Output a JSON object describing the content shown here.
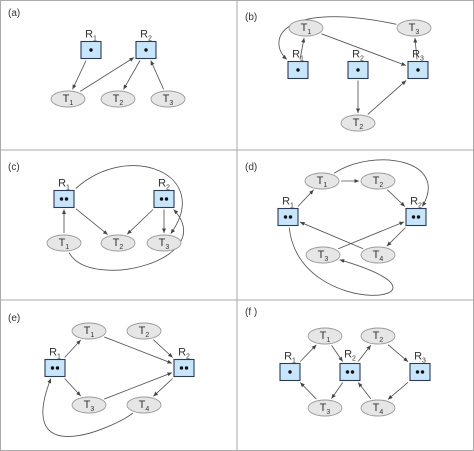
{
  "panels": [
    {
      "id": "a",
      "label": "(a)",
      "resources": [
        {
          "id": "R1",
          "base": "R",
          "sub": "1",
          "instances": 1
        },
        {
          "id": "R2",
          "base": "R",
          "sub": "2",
          "instances": 1
        }
      ],
      "transactions": [
        {
          "id": "T1",
          "base": "T",
          "sub": "1"
        },
        {
          "id": "T2",
          "base": "T",
          "sub": "2"
        },
        {
          "id": "T3",
          "base": "T",
          "sub": "3"
        }
      ],
      "edges": [
        [
          "R1",
          "T1"
        ],
        [
          "T1",
          "R2"
        ],
        [
          "R2",
          "T2"
        ],
        [
          "T3",
          "R2"
        ]
      ]
    },
    {
      "id": "b",
      "label": "(b)",
      "resources": [
        {
          "id": "R1",
          "base": "R",
          "sub": "1",
          "instances": 1
        },
        {
          "id": "R2",
          "base": "R",
          "sub": "2",
          "instances": 1
        },
        {
          "id": "R3",
          "base": "R",
          "sub": "3",
          "instances": 1
        }
      ],
      "transactions": [
        {
          "id": "T1",
          "base": "T",
          "sub": "1"
        },
        {
          "id": "T2",
          "base": "T",
          "sub": "2"
        },
        {
          "id": "T3",
          "base": "T",
          "sub": "3"
        }
      ],
      "edges": [
        [
          "R1",
          "T1"
        ],
        [
          "T1",
          "R3"
        ],
        [
          "R3",
          "T3"
        ],
        [
          "T3",
          "R1"
        ],
        [
          "R2",
          "T2"
        ],
        [
          "T2",
          "R3"
        ]
      ]
    },
    {
      "id": "c",
      "label": "(c)",
      "resources": [
        {
          "id": "R1",
          "base": "R",
          "sub": "1",
          "instances": 2
        },
        {
          "id": "R2",
          "base": "R",
          "sub": "2",
          "instances": 2
        }
      ],
      "transactions": [
        {
          "id": "T1",
          "base": "T",
          "sub": "1"
        },
        {
          "id": "T2",
          "base": "T",
          "sub": "2"
        },
        {
          "id": "T3",
          "base": "T",
          "sub": "3"
        }
      ],
      "edges": [
        [
          "T1",
          "R1"
        ],
        [
          "R1",
          "T2"
        ],
        [
          "R2",
          "T2"
        ],
        [
          "R2",
          "T3"
        ],
        [
          "R1",
          "T3"
        ],
        [
          "T1",
          "R2"
        ]
      ]
    },
    {
      "id": "d",
      "label": "(d)",
      "resources": [
        {
          "id": "R1",
          "base": "R",
          "sub": "1",
          "instances": 2
        },
        {
          "id": "R2",
          "base": "R",
          "sub": "2",
          "instances": 2
        }
      ],
      "transactions": [
        {
          "id": "T1",
          "base": "T",
          "sub": "1"
        },
        {
          "id": "T2",
          "base": "T",
          "sub": "2"
        },
        {
          "id": "T3",
          "base": "T",
          "sub": "3"
        },
        {
          "id": "T4",
          "base": "T",
          "sub": "4"
        }
      ],
      "edges": [
        [
          "R1",
          "T1"
        ],
        [
          "T1",
          "T2"
        ],
        [
          "T2",
          "R2"
        ],
        [
          "R2",
          "T4"
        ],
        [
          "T4",
          "R1"
        ],
        [
          "R1",
          "T3"
        ],
        [
          "T3",
          "R2"
        ],
        [
          "T1",
          "R2"
        ]
      ]
    },
    {
      "id": "e",
      "label": "(e)",
      "resources": [
        {
          "id": "R1",
          "base": "R",
          "sub": "1",
          "instances": 2
        },
        {
          "id": "R2",
          "base": "R",
          "sub": "2",
          "instances": 2
        }
      ],
      "transactions": [
        {
          "id": "T1",
          "base": "T",
          "sub": "1"
        },
        {
          "id": "T2",
          "base": "T",
          "sub": "2"
        },
        {
          "id": "T3",
          "base": "T",
          "sub": "3"
        },
        {
          "id": "T4",
          "base": "T",
          "sub": "4"
        }
      ],
      "edges": [
        [
          "R1",
          "T1"
        ],
        [
          "T1",
          "R2"
        ],
        [
          "T2",
          "R2"
        ],
        [
          "R1",
          "T3"
        ],
        [
          "T3",
          "R2"
        ],
        [
          "R2",
          "T4"
        ],
        [
          "T4",
          "R1"
        ]
      ]
    },
    {
      "id": "f",
      "label": "(f )",
      "resources": [
        {
          "id": "R1",
          "base": "R",
          "sub": "1",
          "instances": 1
        },
        {
          "id": "R2",
          "base": "R",
          "sub": "2",
          "instances": 2
        },
        {
          "id": "R3",
          "base": "R",
          "sub": "3",
          "instances": 2
        }
      ],
      "transactions": [
        {
          "id": "T1",
          "base": "T",
          "sub": "1"
        },
        {
          "id": "T2",
          "base": "T",
          "sub": "2"
        },
        {
          "id": "T3",
          "base": "T",
          "sub": "3"
        },
        {
          "id": "T4",
          "base": "T",
          "sub": "4"
        }
      ],
      "edges": [
        [
          "R1",
          "T1"
        ],
        [
          "T1",
          "R2"
        ],
        [
          "R2",
          "T2"
        ],
        [
          "T2",
          "R3"
        ],
        [
          "R3",
          "T4"
        ],
        [
          "T4",
          "R2"
        ],
        [
          "R2",
          "T3"
        ],
        [
          "T3",
          "R1"
        ]
      ]
    }
  ]
}
